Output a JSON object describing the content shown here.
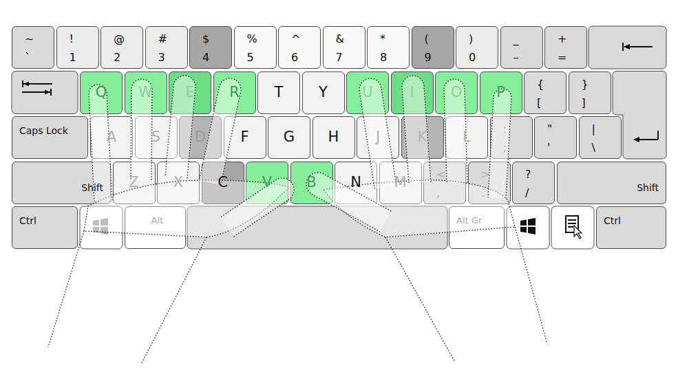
{
  "diagram": {
    "nodes": [
      {
        "text": [
          "~",
          "`"
        ]
      },
      {
        "text": [
          "!",
          "1"
        ]
      },
      {
        "text": [
          "@",
          "2"
        ]
      },
      {
        "text": [
          "#",
          "3"
        ]
      },
      {
        "text": [
          "$",
          "4"
        ]
      },
      {
        "text": [
          "%",
          "5"
        ]
      },
      {
        "text": [
          "^",
          "6"
        ]
      },
      {
        "text": [
          "&",
          "7"
        ]
      },
      {
        "text": [
          "*",
          "8"
        ]
      },
      {
        "text": [
          "(",
          "9"
        ]
      },
      {
        "text": [
          ")",
          "0"
        ]
      },
      {
        "text": [
          "_",
          "–"
        ]
      },
      {
        "text": [
          "+",
          "="
        ]
      },
      {
        "text": [
          "Q"
        ]
      },
      {
        "text": [
          "W"
        ]
      },
      {
        "text": [
          "E"
        ]
      },
      {
        "text": [
          "R"
        ]
      },
      {
        "text": [
          "T"
        ]
      },
      {
        "text": [
          "Y"
        ]
      },
      {
        "text": [
          "U"
        ]
      },
      {
        "text": [
          "I"
        ]
      },
      {
        "text": [
          "O"
        ]
      },
      {
        "text": [
          "P"
        ]
      },
      {
        "text": [
          "{",
          "["
        ]
      },
      {
        "text": [
          "}",
          "]"
        ]
      },
      {
        "text": [
          "Caps Lock"
        ]
      },
      {
        "text": [
          "A"
        ]
      },
      {
        "text": [
          "S"
        ]
      },
      {
        "text": [
          "D"
        ]
      },
      {
        "text": [
          "F"
        ]
      },
      {
        "text": [
          "G"
        ]
      },
      {
        "text": [
          "H"
        ]
      },
      {
        "text": [
          "J"
        ]
      },
      {
        "text": [
          "K"
        ]
      },
      {
        "text": [
          "L"
        ]
      },
      {
        "text": [
          ":",
          ";"
        ]
      },
      {
        "text": [
          "\"",
          "'"
        ]
      },
      {
        "text": [
          "|",
          "\\"
        ]
      },
      {
        "text": [
          "Shift"
        ]
      },
      {
        "text": [
          "Z"
        ]
      },
      {
        "text": [
          "X"
        ]
      },
      {
        "text": [
          "C"
        ]
      },
      {
        "text": [
          "V"
        ]
      },
      {
        "text": [
          "B"
        ]
      },
      {
        "text": [
          "N"
        ]
      },
      {
        "text": [
          "M"
        ]
      },
      {
        "text": [
          "<",
          ","
        ]
      },
      {
        "text": [
          ">",
          "."
        ]
      },
      {
        "text": [
          "?",
          "/"
        ]
      },
      {
        "text": [
          "Shift"
        ]
      },
      {
        "text": [
          "Ctrl"
        ]
      },
      {
        "text": [
          "Alt"
        ]
      },
      {
        "text": [
          "Alt Gr"
        ]
      },
      {
        "text": [
          "Ctrl"
        ]
      }
    ]
  }
}
